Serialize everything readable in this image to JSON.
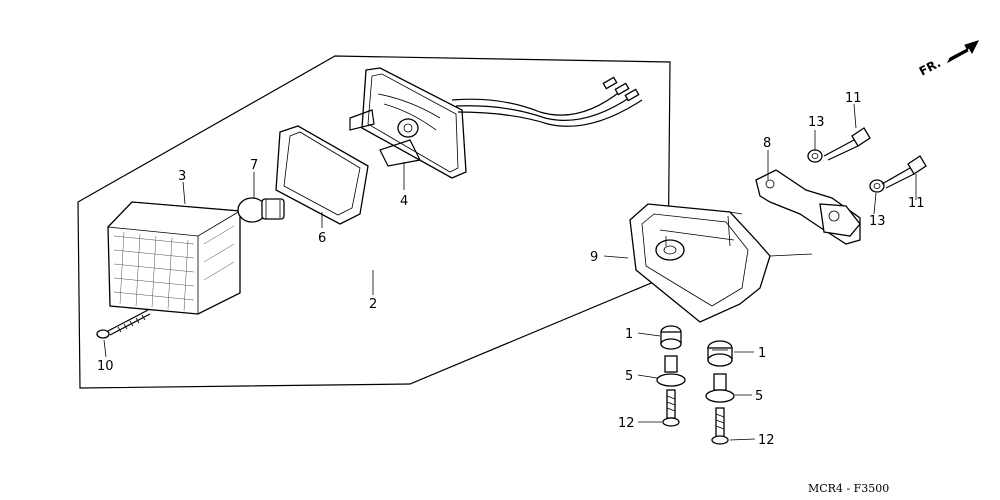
{
  "diagram": {
    "orientation_text": "FR.",
    "drawing_code": "MCR4 - F3500",
    "callouts": {
      "p1a": "1",
      "p1b": "1",
      "p2": "2",
      "p3": "3",
      "p4": "4",
      "p5a": "5",
      "p5b": "5",
      "p6": "6",
      "p7": "7",
      "p8": "8",
      "p9": "9",
      "p10": "10",
      "p11a": "11",
      "p11b": "11",
      "p12a": "12",
      "p12b": "12",
      "p13a": "13",
      "p13b": "13"
    },
    "icons": {
      "direction": "forward-arrow-icon"
    }
  }
}
